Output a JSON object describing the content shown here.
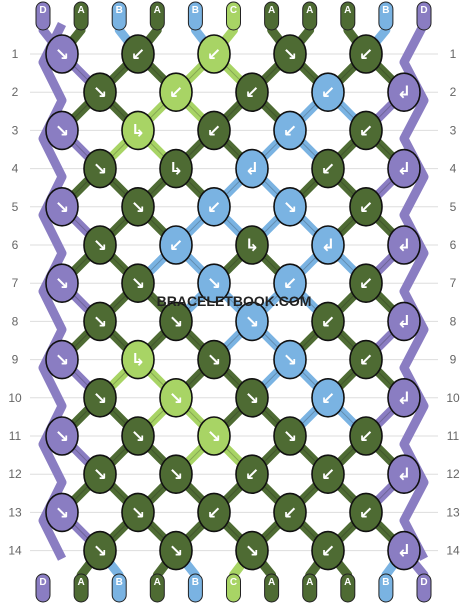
{
  "watermark": "BRACELETBOOK.COM",
  "colors": {
    "A": "#4e6b33",
    "B": "#7ab3e2",
    "C": "#a8d465",
    "D": "#8a7dc2"
  },
  "top_strings": [
    "D",
    "A",
    "B",
    "A",
    "B",
    "C",
    "A",
    "A",
    "A",
    "B",
    "D"
  ],
  "bottom_strings": [
    "D",
    "A",
    "B",
    "A",
    "B",
    "C",
    "A",
    "A",
    "A",
    "B",
    "D"
  ],
  "row_labels": [
    "1",
    "2",
    "3",
    "4",
    "5",
    "6",
    "7",
    "8",
    "9",
    "10",
    "11",
    "12",
    "13",
    "14"
  ],
  "knot_arrows": {
    "R": "↘",
    "L": "↙",
    "RL": "↳",
    "LR": "↲"
  },
  "rows": [
    {
      "knots": [
        {
          "color": "D",
          "arrow": "R"
        },
        {
          "color": "A",
          "arrow": "L"
        },
        {
          "color": "C",
          "arrow": "L"
        },
        {
          "color": "A",
          "arrow": "R"
        },
        {
          "color": "A",
          "arrow": "L"
        }
      ]
    },
    {
      "knots": [
        {
          "color": "A",
          "arrow": "R"
        },
        {
          "color": "C",
          "arrow": "L"
        },
        {
          "color": "A",
          "arrow": "L"
        },
        {
          "color": "B",
          "arrow": "L"
        },
        {
          "color": "D",
          "arrow": "LR"
        }
      ]
    },
    {
      "knots": [
        {
          "color": "D",
          "arrow": "R"
        },
        {
          "color": "C",
          "arrow": "RL"
        },
        {
          "color": "A",
          "arrow": "L"
        },
        {
          "color": "B",
          "arrow": "L"
        },
        {
          "color": "A",
          "arrow": "L"
        }
      ]
    },
    {
      "knots": [
        {
          "color": "A",
          "arrow": "R"
        },
        {
          "color": "A",
          "arrow": "RL"
        },
        {
          "color": "B",
          "arrow": "LR"
        },
        {
          "color": "A",
          "arrow": "L"
        },
        {
          "color": "D",
          "arrow": "LR"
        }
      ]
    },
    {
      "knots": [
        {
          "color": "D",
          "arrow": "R"
        },
        {
          "color": "A",
          "arrow": "R"
        },
        {
          "color": "B",
          "arrow": "L"
        },
        {
          "color": "B",
          "arrow": "R"
        },
        {
          "color": "A",
          "arrow": "L"
        }
      ]
    },
    {
      "knots": [
        {
          "color": "A",
          "arrow": "R"
        },
        {
          "color": "B",
          "arrow": "L"
        },
        {
          "color": "A",
          "arrow": "RL"
        },
        {
          "color": "B",
          "arrow": "LR"
        },
        {
          "color": "D",
          "arrow": "LR"
        }
      ]
    },
    {
      "knots": [
        {
          "color": "D",
          "arrow": "R"
        },
        {
          "color": "A",
          "arrow": "R"
        },
        {
          "color": "B",
          "arrow": "R"
        },
        {
          "color": "B",
          "arrow": "L"
        },
        {
          "color": "A",
          "arrow": "L"
        }
      ]
    },
    {
      "knots": [
        {
          "color": "A",
          "arrow": "R"
        },
        {
          "color": "A",
          "arrow": "R"
        },
        {
          "color": "B",
          "arrow": "R"
        },
        {
          "color": "A",
          "arrow": "L"
        },
        {
          "color": "D",
          "arrow": "LR"
        }
      ]
    },
    {
      "knots": [
        {
          "color": "D",
          "arrow": "R"
        },
        {
          "color": "C",
          "arrow": "RL"
        },
        {
          "color": "A",
          "arrow": "R"
        },
        {
          "color": "B",
          "arrow": "R"
        },
        {
          "color": "A",
          "arrow": "L"
        }
      ]
    },
    {
      "knots": [
        {
          "color": "A",
          "arrow": "R"
        },
        {
          "color": "C",
          "arrow": "R"
        },
        {
          "color": "A",
          "arrow": "R"
        },
        {
          "color": "B",
          "arrow": "L"
        },
        {
          "color": "D",
          "arrow": "LR"
        }
      ]
    },
    {
      "knots": [
        {
          "color": "D",
          "arrow": "R"
        },
        {
          "color": "A",
          "arrow": "R"
        },
        {
          "color": "C",
          "arrow": "R"
        },
        {
          "color": "A",
          "arrow": "R"
        },
        {
          "color": "A",
          "arrow": "L"
        }
      ]
    },
    {
      "knots": [
        {
          "color": "A",
          "arrow": "R"
        },
        {
          "color": "A",
          "arrow": "R"
        },
        {
          "color": "A",
          "arrow": "L"
        },
        {
          "color": "A",
          "arrow": "L"
        },
        {
          "color": "D",
          "arrow": "LR"
        }
      ]
    },
    {
      "knots": [
        {
          "color": "D",
          "arrow": "R"
        },
        {
          "color": "A",
          "arrow": "R"
        },
        {
          "color": "A",
          "arrow": "L"
        },
        {
          "color": "A",
          "arrow": "L"
        },
        {
          "color": "A",
          "arrow": "L"
        }
      ]
    },
    {
      "knots": [
        {
          "color": "A",
          "arrow": "R"
        },
        {
          "color": "A",
          "arrow": "R"
        },
        {
          "color": "A",
          "arrow": "R"
        },
        {
          "color": "A",
          "arrow": "L"
        },
        {
          "color": "D",
          "arrow": "LR"
        }
      ]
    }
  ]
}
